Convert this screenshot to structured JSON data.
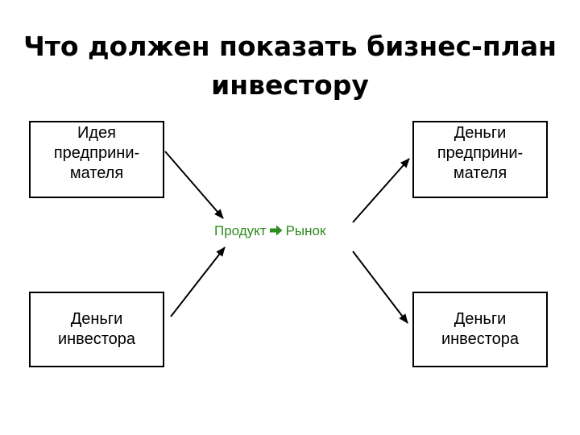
{
  "title": {
    "line1": "Что должен показать бизнес-план",
    "line2": "инвестору"
  },
  "boxes": {
    "top_left": [
      "Идея",
      "предприни-",
      "мателя"
    ],
    "top_right": [
      "Деньги",
      "предприни-",
      "мателя"
    ],
    "bottom_left": [
      "Деньги",
      "инвестора"
    ],
    "bottom_right": [
      "Деньги",
      "инвестора"
    ]
  },
  "center": {
    "from": "Продукт",
    "arrow_icon": "bold-right-arrow-icon",
    "to": "Рынок",
    "color": "#2e8b1f"
  }
}
